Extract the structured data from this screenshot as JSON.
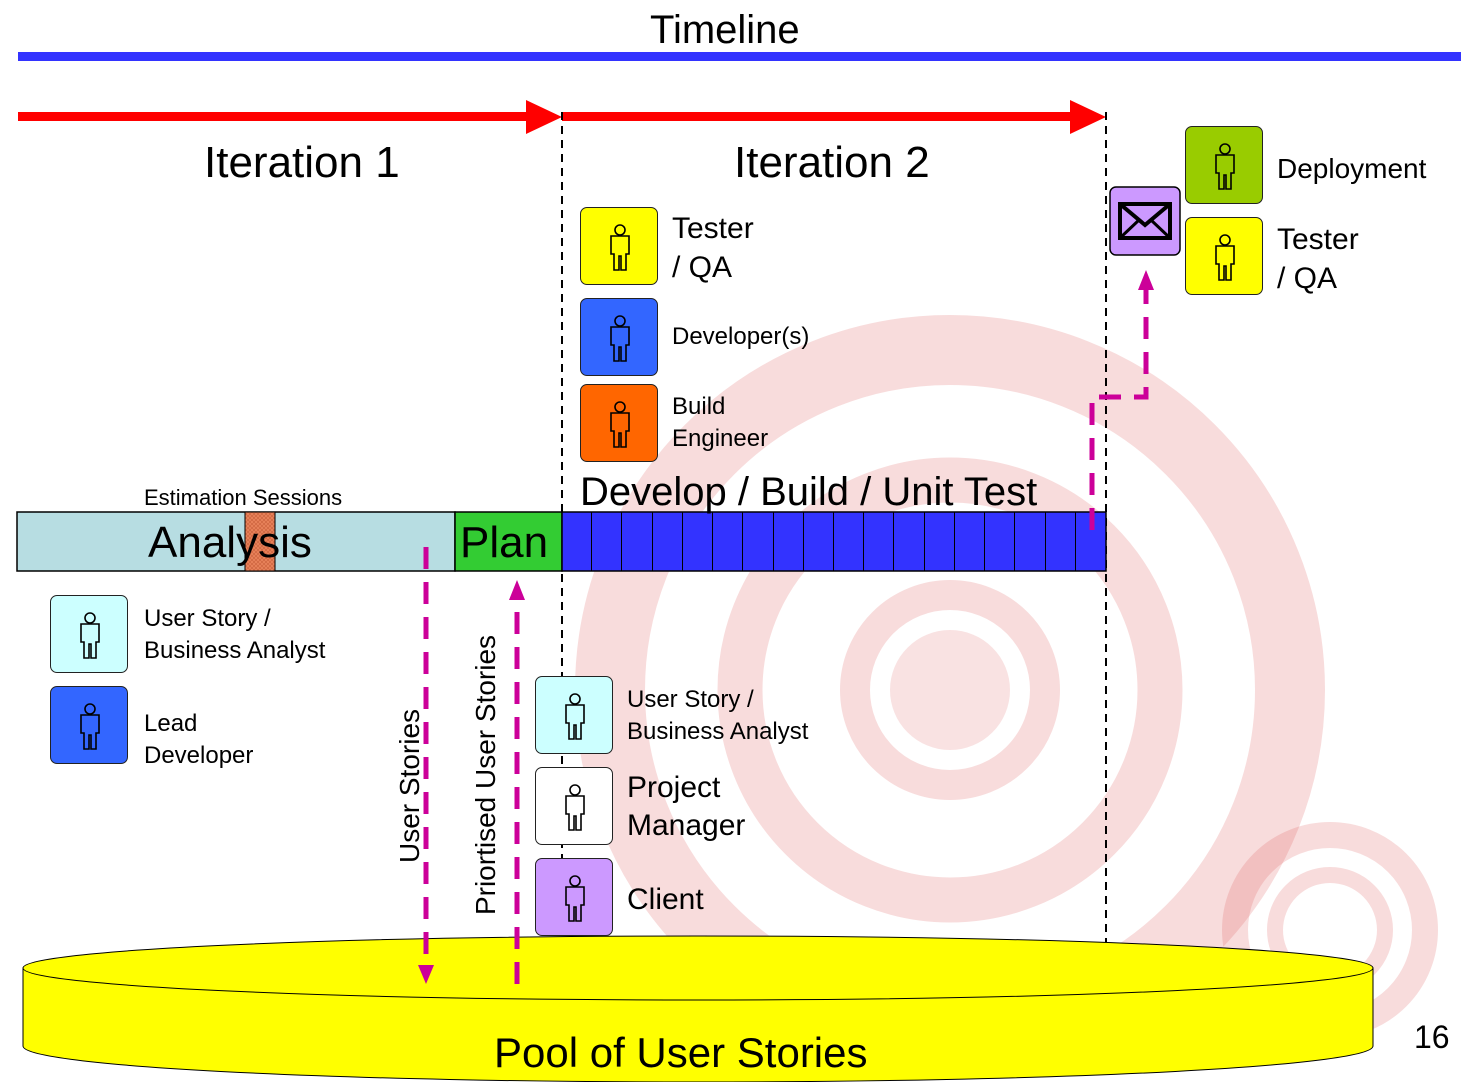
{
  "slide": {
    "title": "Timeline",
    "page_number": "16"
  },
  "iterations": {
    "iteration1_label": "Iteration 1",
    "iteration2_label": "Iteration 2"
  },
  "phases": {
    "estimation_label": "Estimation Sessions",
    "analysis_label": "Analysis",
    "plan_label": "Plan",
    "develop_label": "Develop / Build / Unit Test",
    "develop_cell_count": 18
  },
  "flows": {
    "user_stories_label": "User Stories",
    "prioritised_label": "Priortised User Stories"
  },
  "pool": {
    "label": "Pool of User Stories"
  },
  "roles": {
    "analysis_team": [
      {
        "line1": "User Story /",
        "line2": "Business Analyst",
        "color": "#ccffff",
        "icon": "person-icon"
      },
      {
        "line1": "Lead",
        "line2": "Developer",
        "color": "#3366ff",
        "icon": "person-icon"
      }
    ],
    "plan_team": [
      {
        "line1": "User Story /",
        "line2": "Business Analyst",
        "color": "#ccffff",
        "icon": "person-icon"
      },
      {
        "line1": "Project",
        "line2": "Manager",
        "color": "#ffffff",
        "icon": "person-icon"
      },
      {
        "line1": "Client",
        "line2": "",
        "color": "#cc99ff",
        "icon": "person-icon"
      }
    ],
    "iteration_team": [
      {
        "line1": "Tester",
        "line2": "/ QA",
        "color": "#ffff00",
        "icon": "person-icon"
      },
      {
        "line1": "Developer(s)",
        "line2": "",
        "color": "#3366ff",
        "icon": "person-icon"
      },
      {
        "line1": "Build",
        "line2": "Engineer",
        "color": "#ff6600",
        "icon": "person-icon"
      }
    ],
    "release_team": [
      {
        "line1": "Deployment",
        "line2": "",
        "color": "#99cc00",
        "icon": "person-icon"
      },
      {
        "line1": "Tester",
        "line2": "/ QA",
        "color": "#ffff00",
        "icon": "person-icon"
      }
    ]
  },
  "release": {
    "icon": "envelope-icon",
    "color": "#cc99ff"
  },
  "colors": {
    "title_rule": "#3333ff",
    "iteration_arrow": "#ff0000",
    "flow_arrow": "#cc0099",
    "analysis_fill": "#b7dde2",
    "estimation_fill": "#e8825a",
    "plan_fill": "#33cc33",
    "develop_fill": "#3333ff",
    "pool_fill": "#ffff00",
    "background_rings": "#e88a8a"
  }
}
